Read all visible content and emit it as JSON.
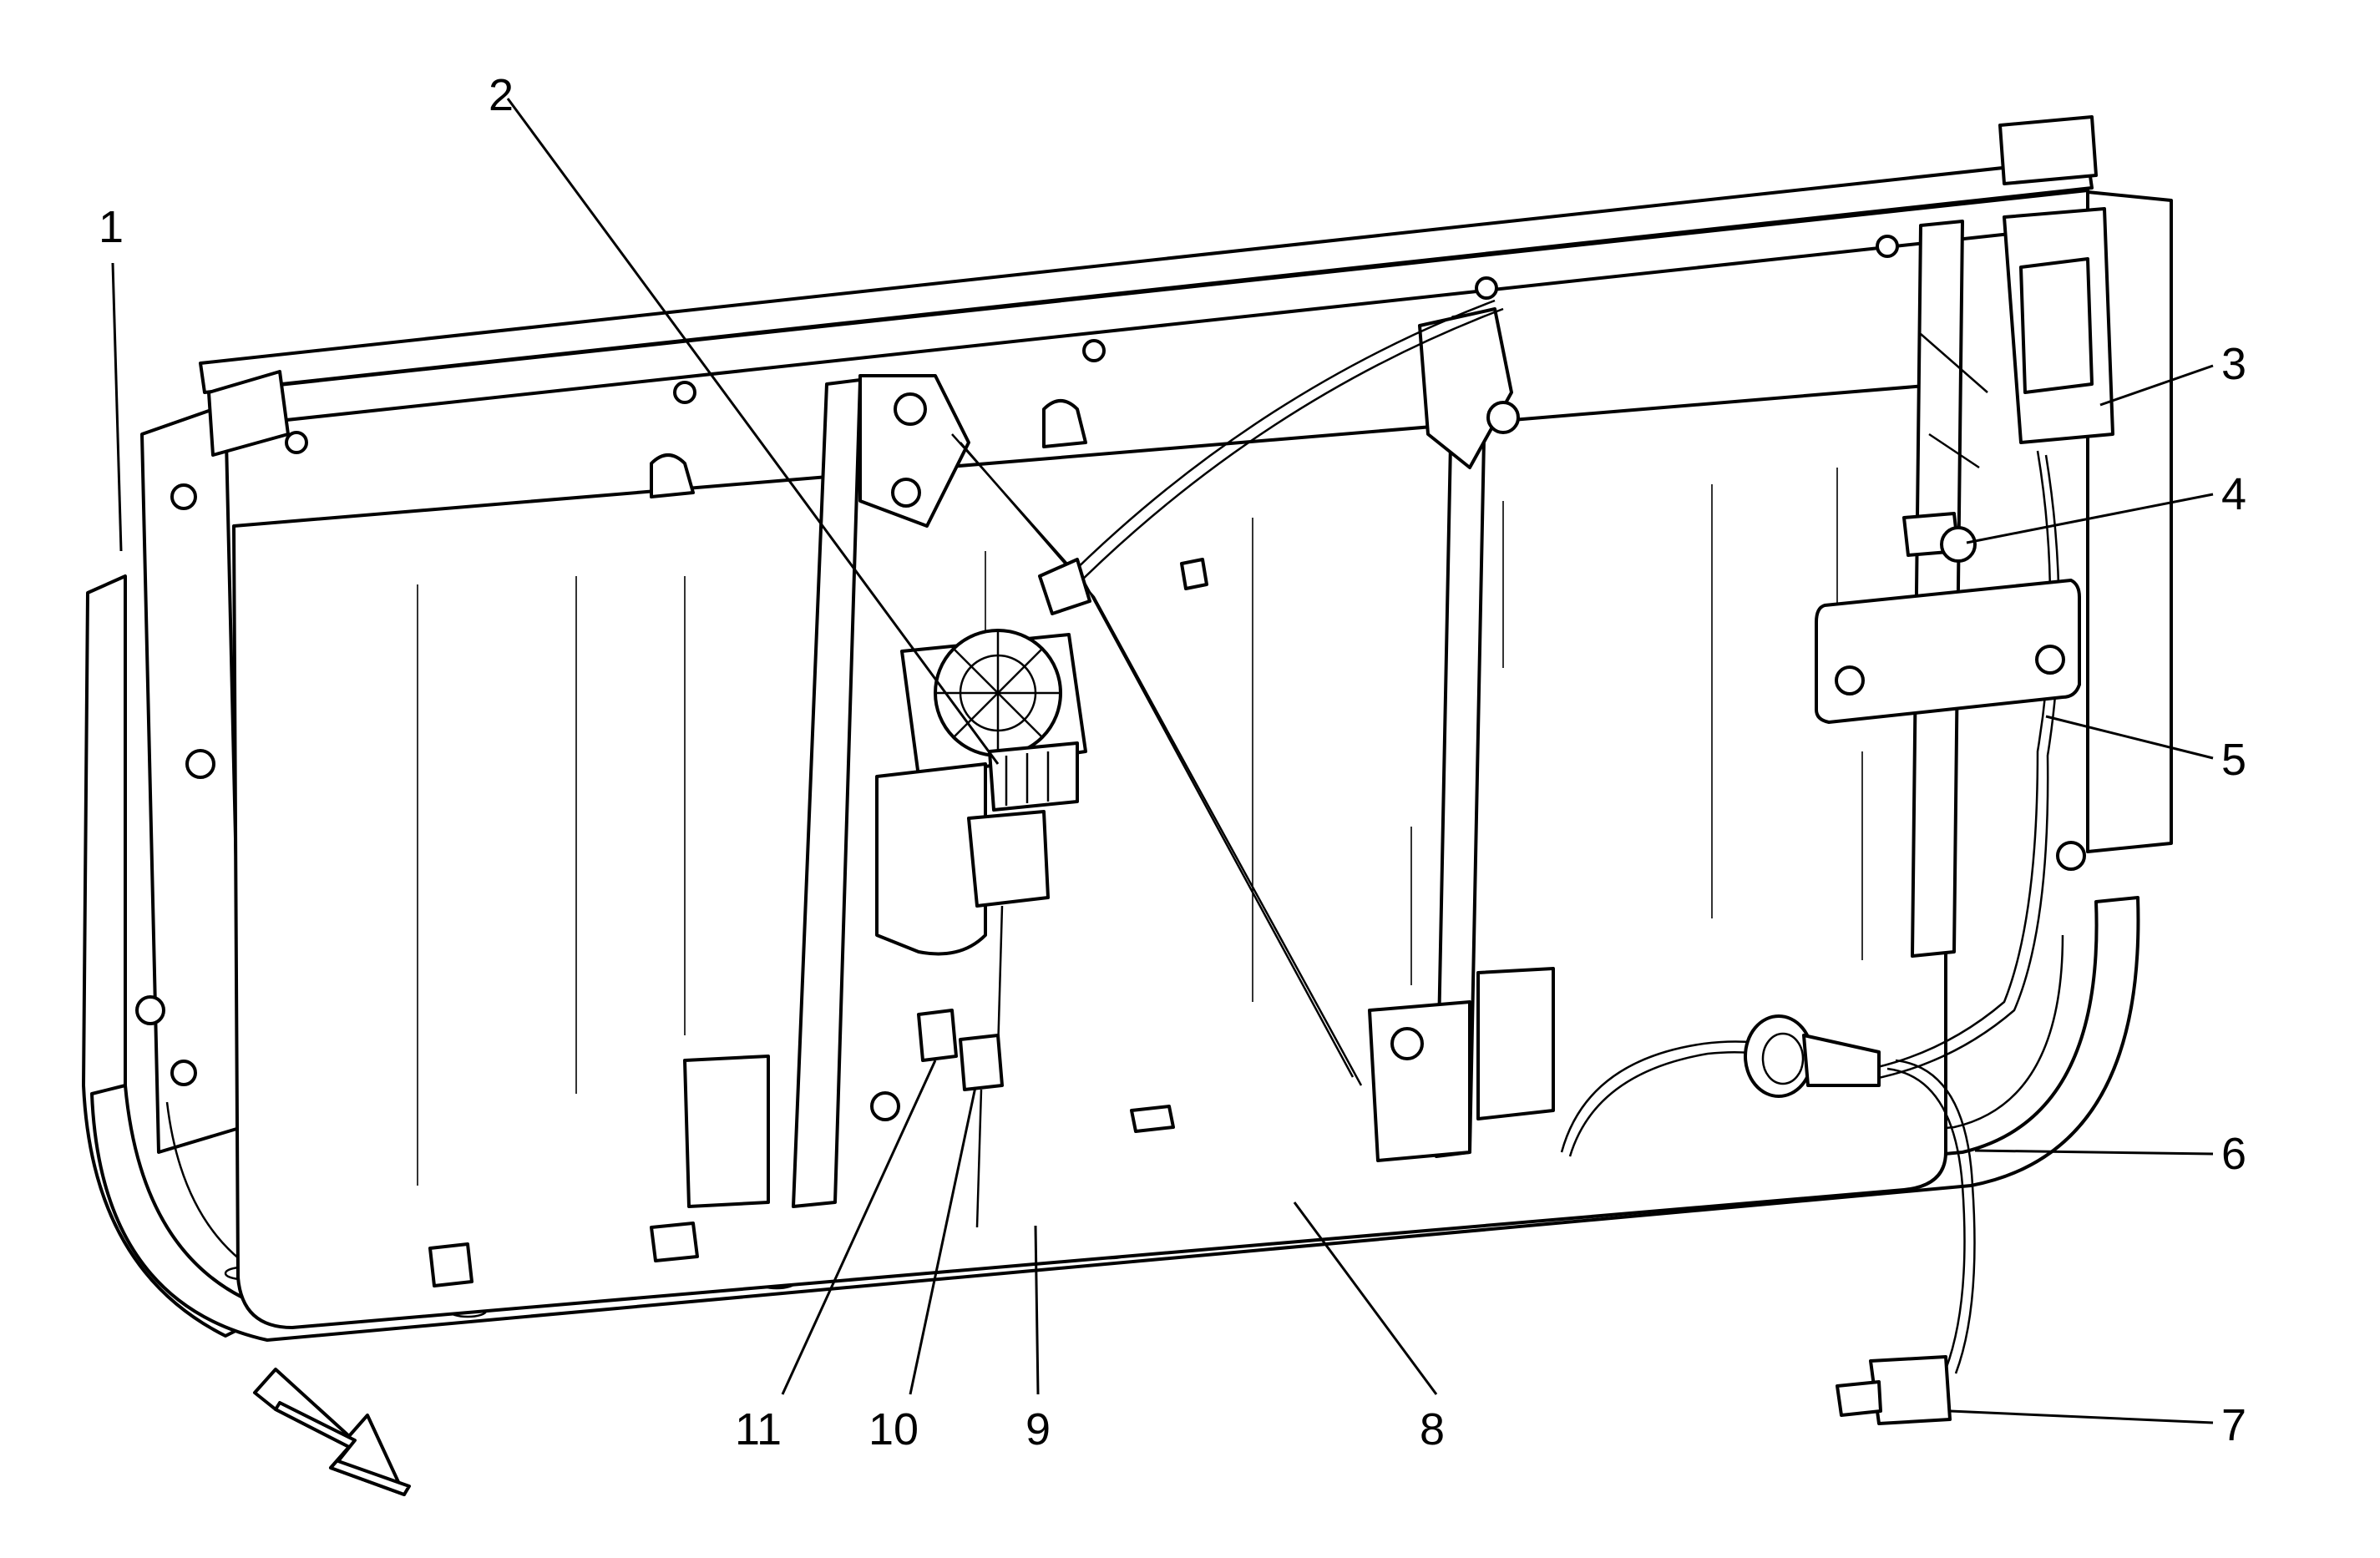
{
  "callouts": [
    {
      "id": "1",
      "label": "1"
    },
    {
      "id": "2",
      "label": "2"
    },
    {
      "id": "3",
      "label": "3"
    },
    {
      "id": "4",
      "label": "4"
    },
    {
      "id": "5",
      "label": "5"
    },
    {
      "id": "6",
      "label": "6"
    },
    {
      "id": "7",
      "label": "7"
    },
    {
      "id": "8",
      "label": "8"
    },
    {
      "id": "9",
      "label": "9"
    },
    {
      "id": "10",
      "label": "10"
    },
    {
      "id": "11",
      "label": "11"
    }
  ],
  "icons": {
    "front_arrow": "direction-arrow-icon"
  }
}
